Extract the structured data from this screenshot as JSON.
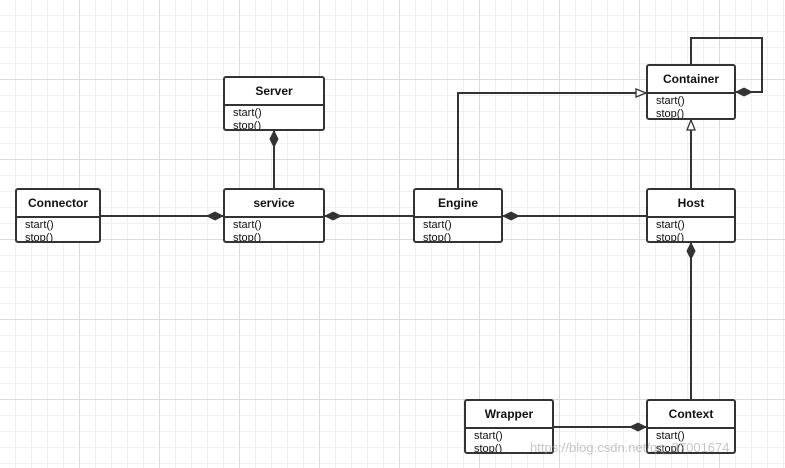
{
  "diagram": {
    "classes": [
      {
        "id": "server",
        "name": "Server",
        "operations": [
          "start()",
          "stop()"
        ]
      },
      {
        "id": "connector",
        "name": "Connector",
        "operations": [
          "start()",
          "stop()"
        ]
      },
      {
        "id": "service",
        "name": "service",
        "operations": [
          "start()",
          "stop()"
        ]
      },
      {
        "id": "engine",
        "name": "Engine",
        "operations": [
          "start()",
          "stop()"
        ]
      },
      {
        "id": "container",
        "name": "Container",
        "operations": [
          "start()",
          "stop()"
        ]
      },
      {
        "id": "host",
        "name": "Host",
        "operations": [
          "start()",
          "stop()"
        ]
      },
      {
        "id": "context",
        "name": "Context",
        "operations": [
          "start()",
          "stop()"
        ]
      },
      {
        "id": "wrapper",
        "name": "Wrapper",
        "operations": [
          "start()",
          "stop()"
        ]
      }
    ],
    "relations": [
      {
        "from": "service",
        "to": "server",
        "type": "composition"
      },
      {
        "from": "connector",
        "to": "service",
        "type": "composition"
      },
      {
        "from": "engine",
        "to": "service",
        "type": "composition"
      },
      {
        "from": "host",
        "to": "engine",
        "type": "composition"
      },
      {
        "from": "engine",
        "to": "container",
        "type": "generalization"
      },
      {
        "from": "host",
        "to": "container",
        "type": "generalization"
      },
      {
        "from": "container",
        "to": "container",
        "type": "composition"
      },
      {
        "from": "context",
        "to": "host",
        "type": "composition"
      },
      {
        "from": "wrapper",
        "to": "context",
        "type": "composition"
      }
    ],
    "line_color": "#333333"
  },
  "watermark": "https://blog.csdn.net/qq_37001674"
}
